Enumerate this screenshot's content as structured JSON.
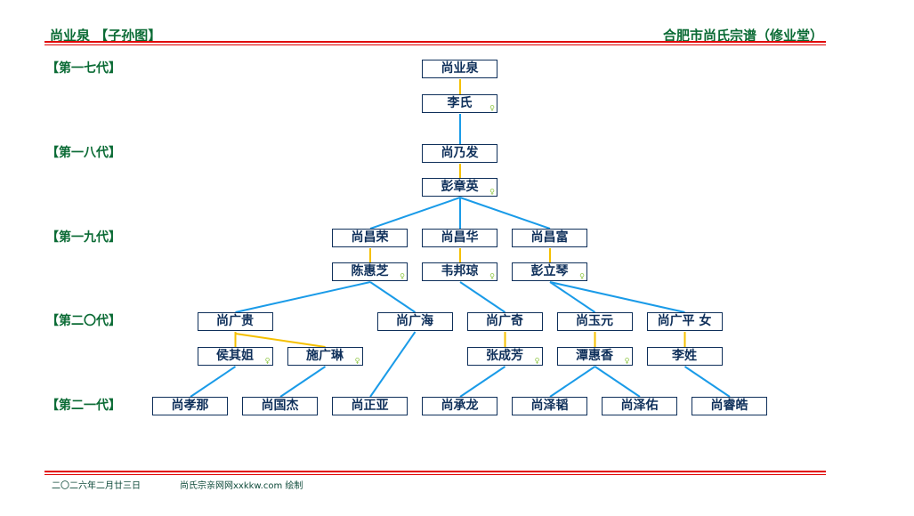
{
  "header": {
    "left": "尚业泉 【子孙图】",
    "right": "合肥市尚氏宗谱（修业堂）"
  },
  "generations": [
    "【第一七代】",
    "【第一八代】",
    "【第一九代】",
    "【第二〇代】",
    "【第二一代】"
  ],
  "persons": [
    {
      "id": "p1",
      "name": "尚业泉",
      "col": 3,
      "row": 0,
      "female": false
    },
    {
      "id": "p2",
      "name": "李氏",
      "col": 3,
      "row": 1,
      "female": true
    },
    {
      "id": "p3",
      "name": "尚乃发",
      "col": 3,
      "row": 2,
      "female": false
    },
    {
      "id": "p4",
      "name": "彭章英",
      "col": 3,
      "row": 3,
      "female": true
    },
    {
      "id": "p5",
      "name": "尚昌荣",
      "col": 2,
      "row": 4,
      "female": false
    },
    {
      "id": "p6",
      "name": "尚昌华",
      "col": 3,
      "row": 4,
      "female": false
    },
    {
      "id": "p7",
      "name": "尚昌富",
      "col": 4,
      "row": 4,
      "female": false
    },
    {
      "id": "p8",
      "name": "陈惠芝",
      "col": 2,
      "row": 5,
      "female": true
    },
    {
      "id": "p9",
      "name": "韦邦琼",
      "col": 3,
      "row": 5,
      "female": true
    },
    {
      "id": "p10",
      "name": "彭立琴",
      "col": 4,
      "row": 5,
      "female": true
    },
    {
      "id": "p11",
      "name": "尚广贵",
      "col": 0.5,
      "row": 6,
      "female": false
    },
    {
      "id": "p12",
      "name": "尚广海",
      "col": 2.5,
      "row": 6,
      "female": false
    },
    {
      "id": "p13",
      "name": "尚广奇",
      "col": 3.5,
      "row": 6,
      "female": false
    },
    {
      "id": "p14",
      "name": "尚玉元",
      "col": 4.5,
      "row": 6,
      "female": false
    },
    {
      "id": "p15",
      "name": "尚广平 女",
      "col": 5.5,
      "row": 6,
      "female": false
    },
    {
      "id": "p16",
      "name": "侯其姐",
      "col": 0.5,
      "row": 7,
      "female": true
    },
    {
      "id": "p17",
      "name": "施广琳",
      "col": 1.5,
      "row": 7,
      "female": true
    },
    {
      "id": "p18",
      "name": "张成芳",
      "col": 3.5,
      "row": 7,
      "female": true
    },
    {
      "id": "p19",
      "name": "潭惠香",
      "col": 4.5,
      "row": 7,
      "female": true
    },
    {
      "id": "p20",
      "name": "李姓",
      "col": 5.5,
      "row": 7,
      "female": false
    },
    {
      "id": "p21",
      "name": "尚孝那",
      "col": 0,
      "row": 8,
      "female": false
    },
    {
      "id": "p22",
      "name": "尚国杰",
      "col": 1,
      "row": 8,
      "female": false
    },
    {
      "id": "p23",
      "name": "尚正亚",
      "col": 2,
      "row": 8,
      "female": false
    },
    {
      "id": "p24",
      "name": "尚承龙",
      "col": 3,
      "row": 8,
      "female": false
    },
    {
      "id": "p25",
      "name": "尚泽韬",
      "col": 4,
      "row": 8,
      "female": false
    },
    {
      "id": "p26",
      "name": "尚泽佑",
      "col": 5,
      "row": 8,
      "female": false
    },
    {
      "id": "p27",
      "name": "尚睿皓",
      "col": 6,
      "row": 8,
      "female": false
    }
  ],
  "spouse_links": [
    [
      "p1",
      "p2"
    ],
    [
      "p3",
      "p4"
    ],
    [
      "p5",
      "p8"
    ],
    [
      "p6",
      "p9"
    ],
    [
      "p7",
      "p10"
    ],
    [
      "p11",
      "p16"
    ],
    [
      "p11",
      "p17"
    ],
    [
      "p13",
      "p18"
    ],
    [
      "p14",
      "p19"
    ],
    [
      "p15",
      "p20"
    ]
  ],
  "child_links": [
    [
      "p2",
      "p3"
    ],
    [
      "p4",
      "p5"
    ],
    [
      "p4",
      "p6"
    ],
    [
      "p4",
      "p7"
    ],
    [
      "p8",
      "p11"
    ],
    [
      "p8",
      "p12"
    ],
    [
      "p9",
      "p13"
    ],
    [
      "p10",
      "p14"
    ],
    [
      "p10",
      "p15"
    ],
    [
      "p16",
      "p21"
    ],
    [
      "p17",
      "p22"
    ],
    [
      "p12",
      "p23"
    ],
    [
      "p18",
      "p24"
    ],
    [
      "p19",
      "p25"
    ],
    [
      "p19",
      "p26"
    ],
    [
      "p20",
      "p27"
    ]
  ],
  "female_mark": "♀",
  "colors": {
    "spouse": "#f5c000",
    "child": "#1a9be8",
    "box": "#0e2f5a",
    "title": "#0b6b35",
    "rule": "#e00000"
  },
  "footer": {
    "date": "二〇二六年二月廿三日",
    "credit": "尚氏宗亲网网xxkkw.com 绘制"
  }
}
